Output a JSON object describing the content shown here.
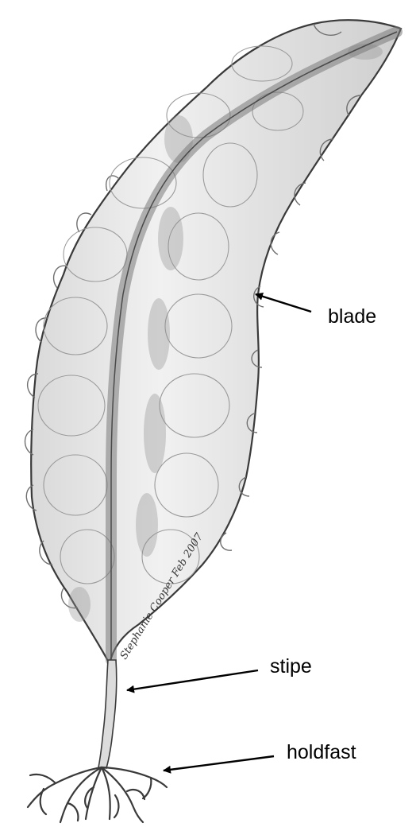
{
  "labels": {
    "blade": "blade",
    "stipe": "stipe",
    "holdfast": "holdfast"
  },
  "signature": "Stephanie Cooper Feb 2007",
  "colors": {
    "background": "#ffffff",
    "pencil_dark": "#3a3a3a",
    "pencil_mid": "#8a8a8a",
    "pencil_light": "#d4d4d4",
    "arrow": "#000000"
  }
}
